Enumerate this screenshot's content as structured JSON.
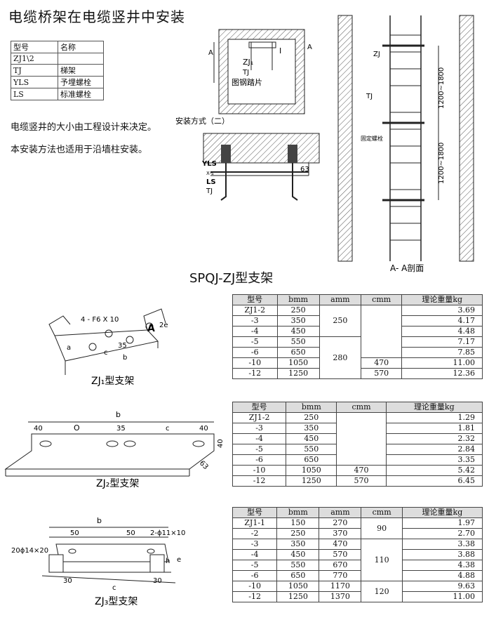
{
  "title": "电缆桥架在电缆竖井中安装",
  "legend": {
    "header": [
      "型号",
      "名称"
    ],
    "rows": [
      [
        "ZJ1\\2",
        ""
      ],
      [
        "TJ",
        "梯架"
      ],
      [
        "YLS",
        "予埋螺栓"
      ],
      [
        "LS",
        "标准螺栓"
      ]
    ]
  },
  "notes": [
    "电缆竖井的大小由工程设计来决定。",
    "本安装方法也适用于沿墙柱安装。"
  ],
  "top_diagram": {
    "label_a": "A",
    "label_a2": "A",
    "zj": "ZJ₁",
    "tj": "TJ",
    "i_mark": "I",
    "steel": "图钢踏片"
  },
  "install_method": {
    "caption": "安装方式（二）",
    "yls": "YLS",
    "ls": "LS",
    "tj": "TJ",
    "dim": "63",
    "small": "X-s"
  },
  "section_view": {
    "zj": "ZJ",
    "tj": "TJ",
    "bolt": "固定螺栓",
    "dim1": "1200~1800",
    "dim2": "1200~1800",
    "caption": "A- A剖面"
  },
  "mid_title": "SPQJ-ZJ型支架",
  "bracket1": {
    "hole": "4 - F6 X 10",
    "dim35": "35",
    "a": "a",
    "b": "b",
    "c": "c",
    "e": "2e",
    "A": "A",
    "caption": "ZJ₁型支架"
  },
  "bracket2": {
    "b": "b",
    "d40a": "40",
    "o": "O",
    "d35": "35",
    "c": "c",
    "d40b": "40",
    "d40c": "40",
    "d63": "63",
    "caption": "ZJ₂型支架"
  },
  "bracket3": {
    "b": "b",
    "d50a": "50",
    "d50b": "50",
    "hole": "2-ϕ11×10",
    "hole2": "20ϕ14×20",
    "h": "h",
    "e": "e",
    "d30a": "30",
    "d30b": "30",
    "c": "c",
    "caption": "ZJ₃型支架"
  },
  "table1": {
    "headers": [
      "型号",
      "bmm",
      "amm",
      "cmm",
      "理论重量kg"
    ],
    "rows": [
      [
        "ZJ1-2",
        "250",
        "",
        "",
        "3.69"
      ],
      [
        "-3",
        "350",
        "250",
        "",
        "4.17"
      ],
      [
        "-4",
        "450",
        "",
        "",
        "4.48"
      ],
      [
        "-5",
        "550",
        "",
        "",
        "7.17"
      ],
      [
        "-6",
        "650",
        "280",
        "",
        "7.85"
      ],
      [
        "-10",
        "1050",
        "",
        "470",
        "11.00"
      ],
      [
        "-12",
        "1250",
        "",
        "570",
        "12.36"
      ]
    ]
  },
  "table2": {
    "headers": [
      "型号",
      "bmm",
      "cmm",
      "理论重量kg"
    ],
    "rows": [
      [
        "ZJ1-2",
        "250",
        "",
        "1.29"
      ],
      [
        "-3",
        "350",
        "",
        "1.81"
      ],
      [
        "-4",
        "450",
        "",
        "2.32"
      ],
      [
        "-5",
        "550",
        "",
        "2.84"
      ],
      [
        "-6",
        "650",
        "",
        "3.35"
      ],
      [
        "-10",
        "1050",
        "470",
        "5.42"
      ],
      [
        "-12",
        "1250",
        "570",
        "6.45"
      ]
    ]
  },
  "table3": {
    "headers": [
      "型号",
      "bmm",
      "amm",
      "cmm",
      "理论重量kg"
    ],
    "rows": [
      [
        "ZJ1-1",
        "150",
        "270",
        "",
        "1.97"
      ],
      [
        "-2",
        "250",
        "370",
        "90",
        "2.70"
      ],
      [
        "-3",
        "350",
        "470",
        "",
        "3.38"
      ],
      [
        "-4",
        "450",
        "570",
        "",
        "3.88"
      ],
      [
        "-5",
        "550",
        "670",
        "110",
        "4.38"
      ],
      [
        "-6",
        "650",
        "770",
        "",
        "4.88"
      ],
      [
        "-10",
        "1050",
        "1170",
        "",
        "9.63"
      ],
      [
        "-12",
        "1250",
        "1370",
        "120",
        "11.00"
      ]
    ]
  }
}
